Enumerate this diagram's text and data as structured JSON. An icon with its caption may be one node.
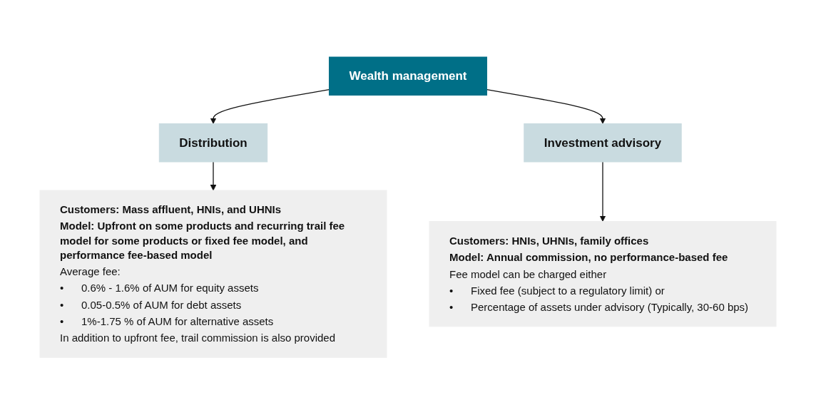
{
  "diagram": {
    "nodes": [
      {
        "text": [
          "Wealth management"
        ]
      },
      {
        "text": [
          "Distribution"
        ]
      },
      {
        "text": [
          "Investment advisory"
        ]
      },
      {
        "text": [
          "Customers: Mass affluent, HNIs, and UHNIs",
          "Model: Upfront on some products and recurring trail fee model for some products or fixed fee model, and performance fee-based model",
          "Average fee:",
          "•",
          "0.6% - 1.6% of AUM for equity assets",
          "•",
          "0.05-0.5% of AUM for debt assets",
          "•",
          "1%-1.75 % of AUM for alternative assets",
          "In addition to upfront fee, trail commission is also provided"
        ]
      },
      {
        "text": [
          "Customers: HNIs, UHNIs, family offices",
          "Model: Annual commission, no performance-based fee",
          "Fee model can be charged either",
          "•",
          "Fixed fee (subject to a regulatory limit) or",
          "•",
          "Percentage of assets under advisory (Typically, 30-60 bps)"
        ]
      }
    ],
    "edges": [
      {
        "from": 0,
        "to": 1,
        "arrow": "to"
      },
      {
        "from": 0,
        "to": 2,
        "arrow": "to"
      },
      {
        "from": 1,
        "to": 3,
        "arrow": "to"
      },
      {
        "from": 2,
        "to": 4,
        "arrow": "to"
      }
    ]
  }
}
